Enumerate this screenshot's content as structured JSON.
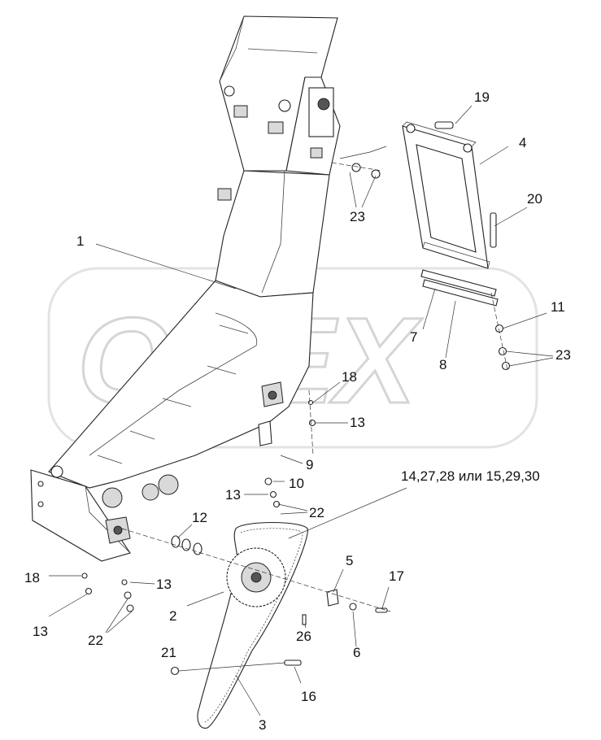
{
  "watermark": {
    "text": "OPEX"
  },
  "callouts": [
    {
      "id": "1",
      "text": "1"
    },
    {
      "id": "2",
      "text": "2"
    },
    {
      "id": "3",
      "text": "3"
    },
    {
      "id": "4",
      "text": "4"
    },
    {
      "id": "5",
      "text": "5"
    },
    {
      "id": "6",
      "text": "6"
    },
    {
      "id": "7",
      "text": "7"
    },
    {
      "id": "8",
      "text": "8"
    },
    {
      "id": "9",
      "text": "9"
    },
    {
      "id": "10",
      "text": "10"
    },
    {
      "id": "11",
      "text": "11"
    },
    {
      "id": "12",
      "text": "12"
    },
    {
      "id": "13a",
      "text": "13"
    },
    {
      "id": "13b",
      "text": "13"
    },
    {
      "id": "13c",
      "text": "13"
    },
    {
      "id": "13d",
      "text": "13"
    },
    {
      "id": "16",
      "text": "16"
    },
    {
      "id": "17",
      "text": "17"
    },
    {
      "id": "18a",
      "text": "18"
    },
    {
      "id": "18b",
      "text": "18"
    },
    {
      "id": "19",
      "text": "19"
    },
    {
      "id": "20",
      "text": "20"
    },
    {
      "id": "21",
      "text": "21"
    },
    {
      "id": "22a",
      "text": "22"
    },
    {
      "id": "22b",
      "text": "22"
    },
    {
      "id": "23a",
      "text": "23"
    },
    {
      "id": "23b",
      "text": "23"
    },
    {
      "id": "26",
      "text": "26"
    },
    {
      "id": "chain-variants",
      "text": "14,27,28 или 15,29,30"
    }
  ]
}
